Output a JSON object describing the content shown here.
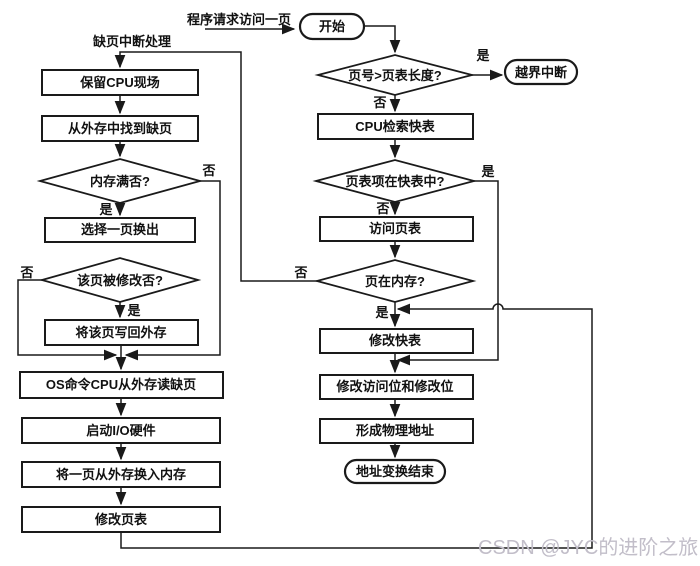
{
  "diagram": {
    "labels": {
      "page_fault_handling": "缺页中断处理",
      "program_request": "程序请求访问一页"
    },
    "nodes": {
      "start": "开始",
      "check_page_number": "页号>页表长度?",
      "out_of_bounds": "越界中断",
      "search_tlb": "CPU检索快表",
      "entry_in_tlb": "页表项在快表中?",
      "access_page_table": "访问页表",
      "page_in_memory": "页在内存?",
      "update_tlb": "修改快表",
      "update_bits": "修改访问位和修改位",
      "form_physical_address": "形成物理地址",
      "end": "地址变换结束",
      "save_cpu_state": "保留CPU现场",
      "find_page_on_disk": "从外存中找到缺页",
      "memory_full": "内存满否?",
      "select_victim_page": "选择一页换出",
      "page_modified": "该页被修改否?",
      "write_page_back": "将该页写回外存",
      "os_read_missing_page": "OS命令CPU从外存读缺页",
      "start_io_hardware": "启动I/O硬件",
      "swap_page_in": "将一页从外存换入内存",
      "update_page_table": "修改页表"
    },
    "branch": {
      "yes": "是",
      "no": "否"
    },
    "flow": [
      {
        "from": "program_request",
        "to": "start"
      },
      {
        "from": "start",
        "to": "check_page_number"
      },
      {
        "from": "check_page_number",
        "to": "out_of_bounds",
        "label": "是"
      },
      {
        "from": "check_page_number",
        "to": "search_tlb",
        "label": "否"
      },
      {
        "from": "search_tlb",
        "to": "entry_in_tlb"
      },
      {
        "from": "entry_in_tlb",
        "to": "update_bits",
        "label": "是"
      },
      {
        "from": "entry_in_tlb",
        "to": "access_page_table",
        "label": "否"
      },
      {
        "from": "access_page_table",
        "to": "page_in_memory"
      },
      {
        "from": "page_in_memory",
        "to": "update_tlb",
        "label": "是"
      },
      {
        "from": "page_in_memory",
        "to": "save_cpu_state",
        "label": "否"
      },
      {
        "from": "update_tlb",
        "to": "update_bits"
      },
      {
        "from": "update_bits",
        "to": "form_physical_address"
      },
      {
        "from": "form_physical_address",
        "to": "end"
      },
      {
        "from": "save_cpu_state",
        "to": "find_page_on_disk"
      },
      {
        "from": "find_page_on_disk",
        "to": "memory_full"
      },
      {
        "from": "memory_full",
        "to": "select_victim_page",
        "label": "是"
      },
      {
        "from": "memory_full",
        "to": "os_read_missing_page",
        "label": "否"
      },
      {
        "from": "select_victim_page",
        "to": "page_modified"
      },
      {
        "from": "page_modified",
        "to": "write_page_back",
        "label": "是"
      },
      {
        "from": "page_modified",
        "to": "os_read_missing_page",
        "label": "否"
      },
      {
        "from": "write_page_back",
        "to": "os_read_missing_page"
      },
      {
        "from": "os_read_missing_page",
        "to": "start_io_hardware"
      },
      {
        "from": "start_io_hardware",
        "to": "swap_page_in"
      },
      {
        "from": "swap_page_in",
        "to": "update_page_table"
      },
      {
        "from": "update_page_table",
        "to": "update_tlb"
      }
    ],
    "colors": {
      "line": "#1a1a1a",
      "text": "#111111",
      "background": "#ffffff",
      "watermark": "#c2bec9"
    },
    "watermark": {
      "text": "CSDN @JYC的进阶之旅"
    }
  }
}
